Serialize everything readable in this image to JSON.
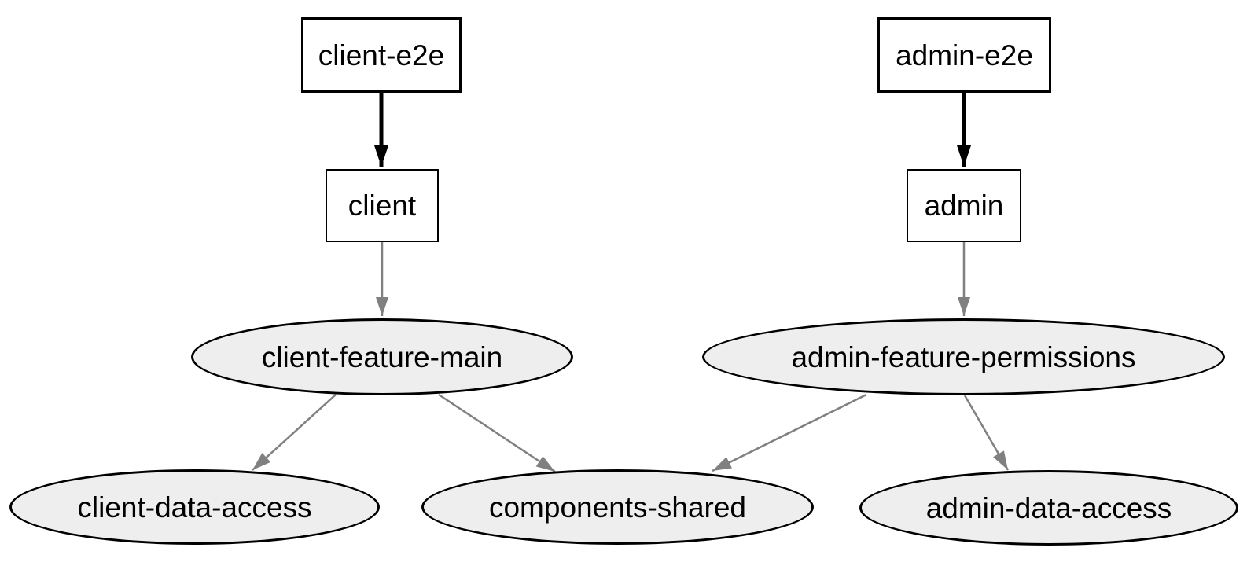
{
  "diagram": {
    "type": "dependency-graph",
    "colors": {
      "background": "#ffffff",
      "box_fill": "#ffffff",
      "ellipse_fill": "#eeeeee",
      "node_stroke": "#000000",
      "edge_normal": "#808080",
      "edge_bold": "#000000"
    },
    "nodes": [
      {
        "id": "client-e2e",
        "label": "client-e2e",
        "shape": "box"
      },
      {
        "id": "admin-e2e",
        "label": "admin-e2e",
        "shape": "box"
      },
      {
        "id": "client",
        "label": "client",
        "shape": "box"
      },
      {
        "id": "admin",
        "label": "admin",
        "shape": "box"
      },
      {
        "id": "client-feature-main",
        "label": "client-feature-main",
        "shape": "ellipse"
      },
      {
        "id": "admin-feature-permissions",
        "label": "admin-feature-permissions",
        "shape": "ellipse"
      },
      {
        "id": "client-data-access",
        "label": "client-data-access",
        "shape": "ellipse"
      },
      {
        "id": "components-shared",
        "label": "components-shared",
        "shape": "ellipse"
      },
      {
        "id": "admin-data-access",
        "label": "admin-data-access",
        "shape": "ellipse"
      }
    ],
    "edges": [
      {
        "from": "client-e2e",
        "to": "client",
        "color": "#000000",
        "weight": "bold"
      },
      {
        "from": "admin-e2e",
        "to": "admin",
        "color": "#000000",
        "weight": "bold"
      },
      {
        "from": "client",
        "to": "client-feature-main",
        "color": "#808080",
        "weight": "normal"
      },
      {
        "from": "admin",
        "to": "admin-feature-permissions",
        "color": "#808080",
        "weight": "normal"
      },
      {
        "from": "client-feature-main",
        "to": "client-data-access",
        "color": "#808080",
        "weight": "normal"
      },
      {
        "from": "client-feature-main",
        "to": "components-shared",
        "color": "#808080",
        "weight": "normal"
      },
      {
        "from": "admin-feature-permissions",
        "to": "components-shared",
        "color": "#808080",
        "weight": "normal"
      },
      {
        "from": "admin-feature-permissions",
        "to": "admin-data-access",
        "color": "#808080",
        "weight": "normal"
      }
    ]
  }
}
